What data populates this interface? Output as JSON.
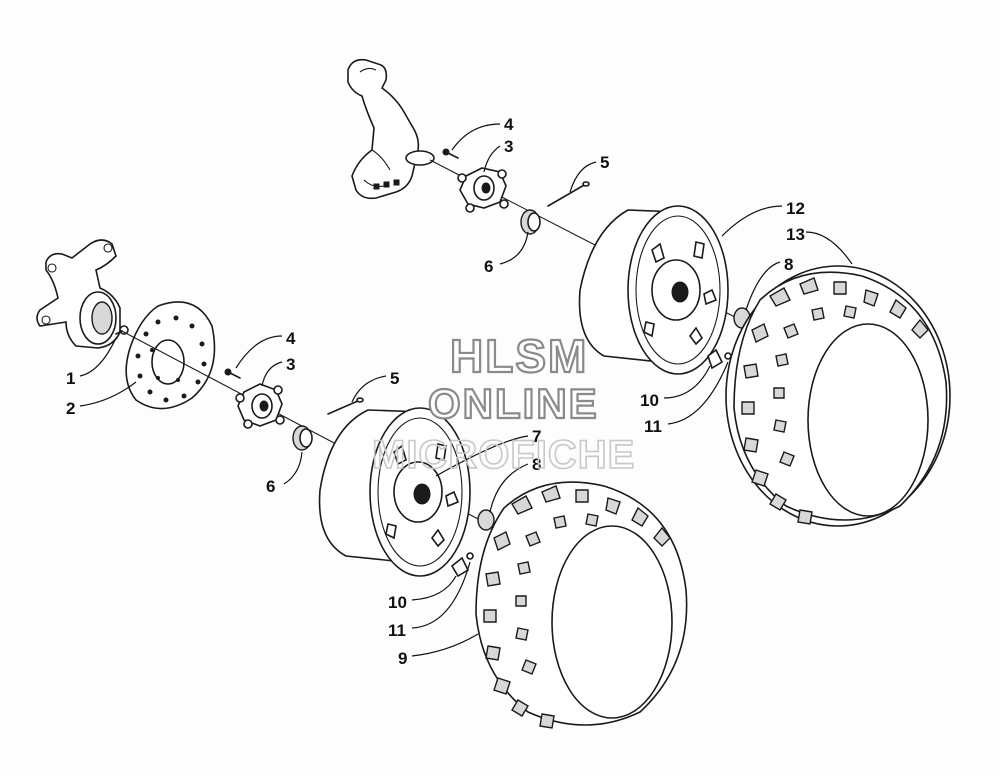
{
  "diagram": {
    "callouts": {
      "upper_4": "4",
      "upper_3": "3",
      "upper_5": "5",
      "upper_6": "6",
      "label_12": "12",
      "label_13": "13",
      "upper_8": "8",
      "upper_10": "10",
      "upper_11": "11",
      "label_1": "1",
      "label_2": "2",
      "lower_4": "4",
      "lower_3": "3",
      "lower_5": "5",
      "lower_6": "6",
      "label_7": "7",
      "lower_8": "8",
      "lower_10": "10",
      "lower_11": "11",
      "label_9": "9"
    }
  },
  "watermark": {
    "line1": "HLSM",
    "line2": "ONLINE",
    "line3": "MICROFICHE"
  }
}
